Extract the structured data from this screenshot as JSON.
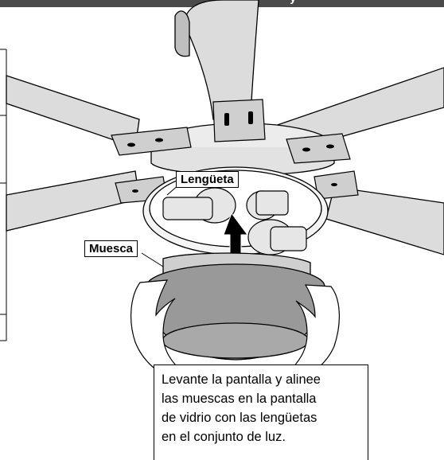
{
  "header": {
    "partial_text": "y"
  },
  "labels": {
    "tab": "Lengüeta",
    "notch": "Muesca"
  },
  "caption": {
    "lines": [
      "Levante la pantalla y alinee",
      "las muescas en la pantalla",
      "de vidrio con las lengüetas",
      "en el conjunto de luz."
    ]
  },
  "colors": {
    "header_bar": "#4a4a4a",
    "glass_shade": "#999999",
    "blade": "#dcdcdc",
    "arrow": "#000000"
  },
  "icons": {
    "lift_arrow": "up-arrow-icon"
  }
}
